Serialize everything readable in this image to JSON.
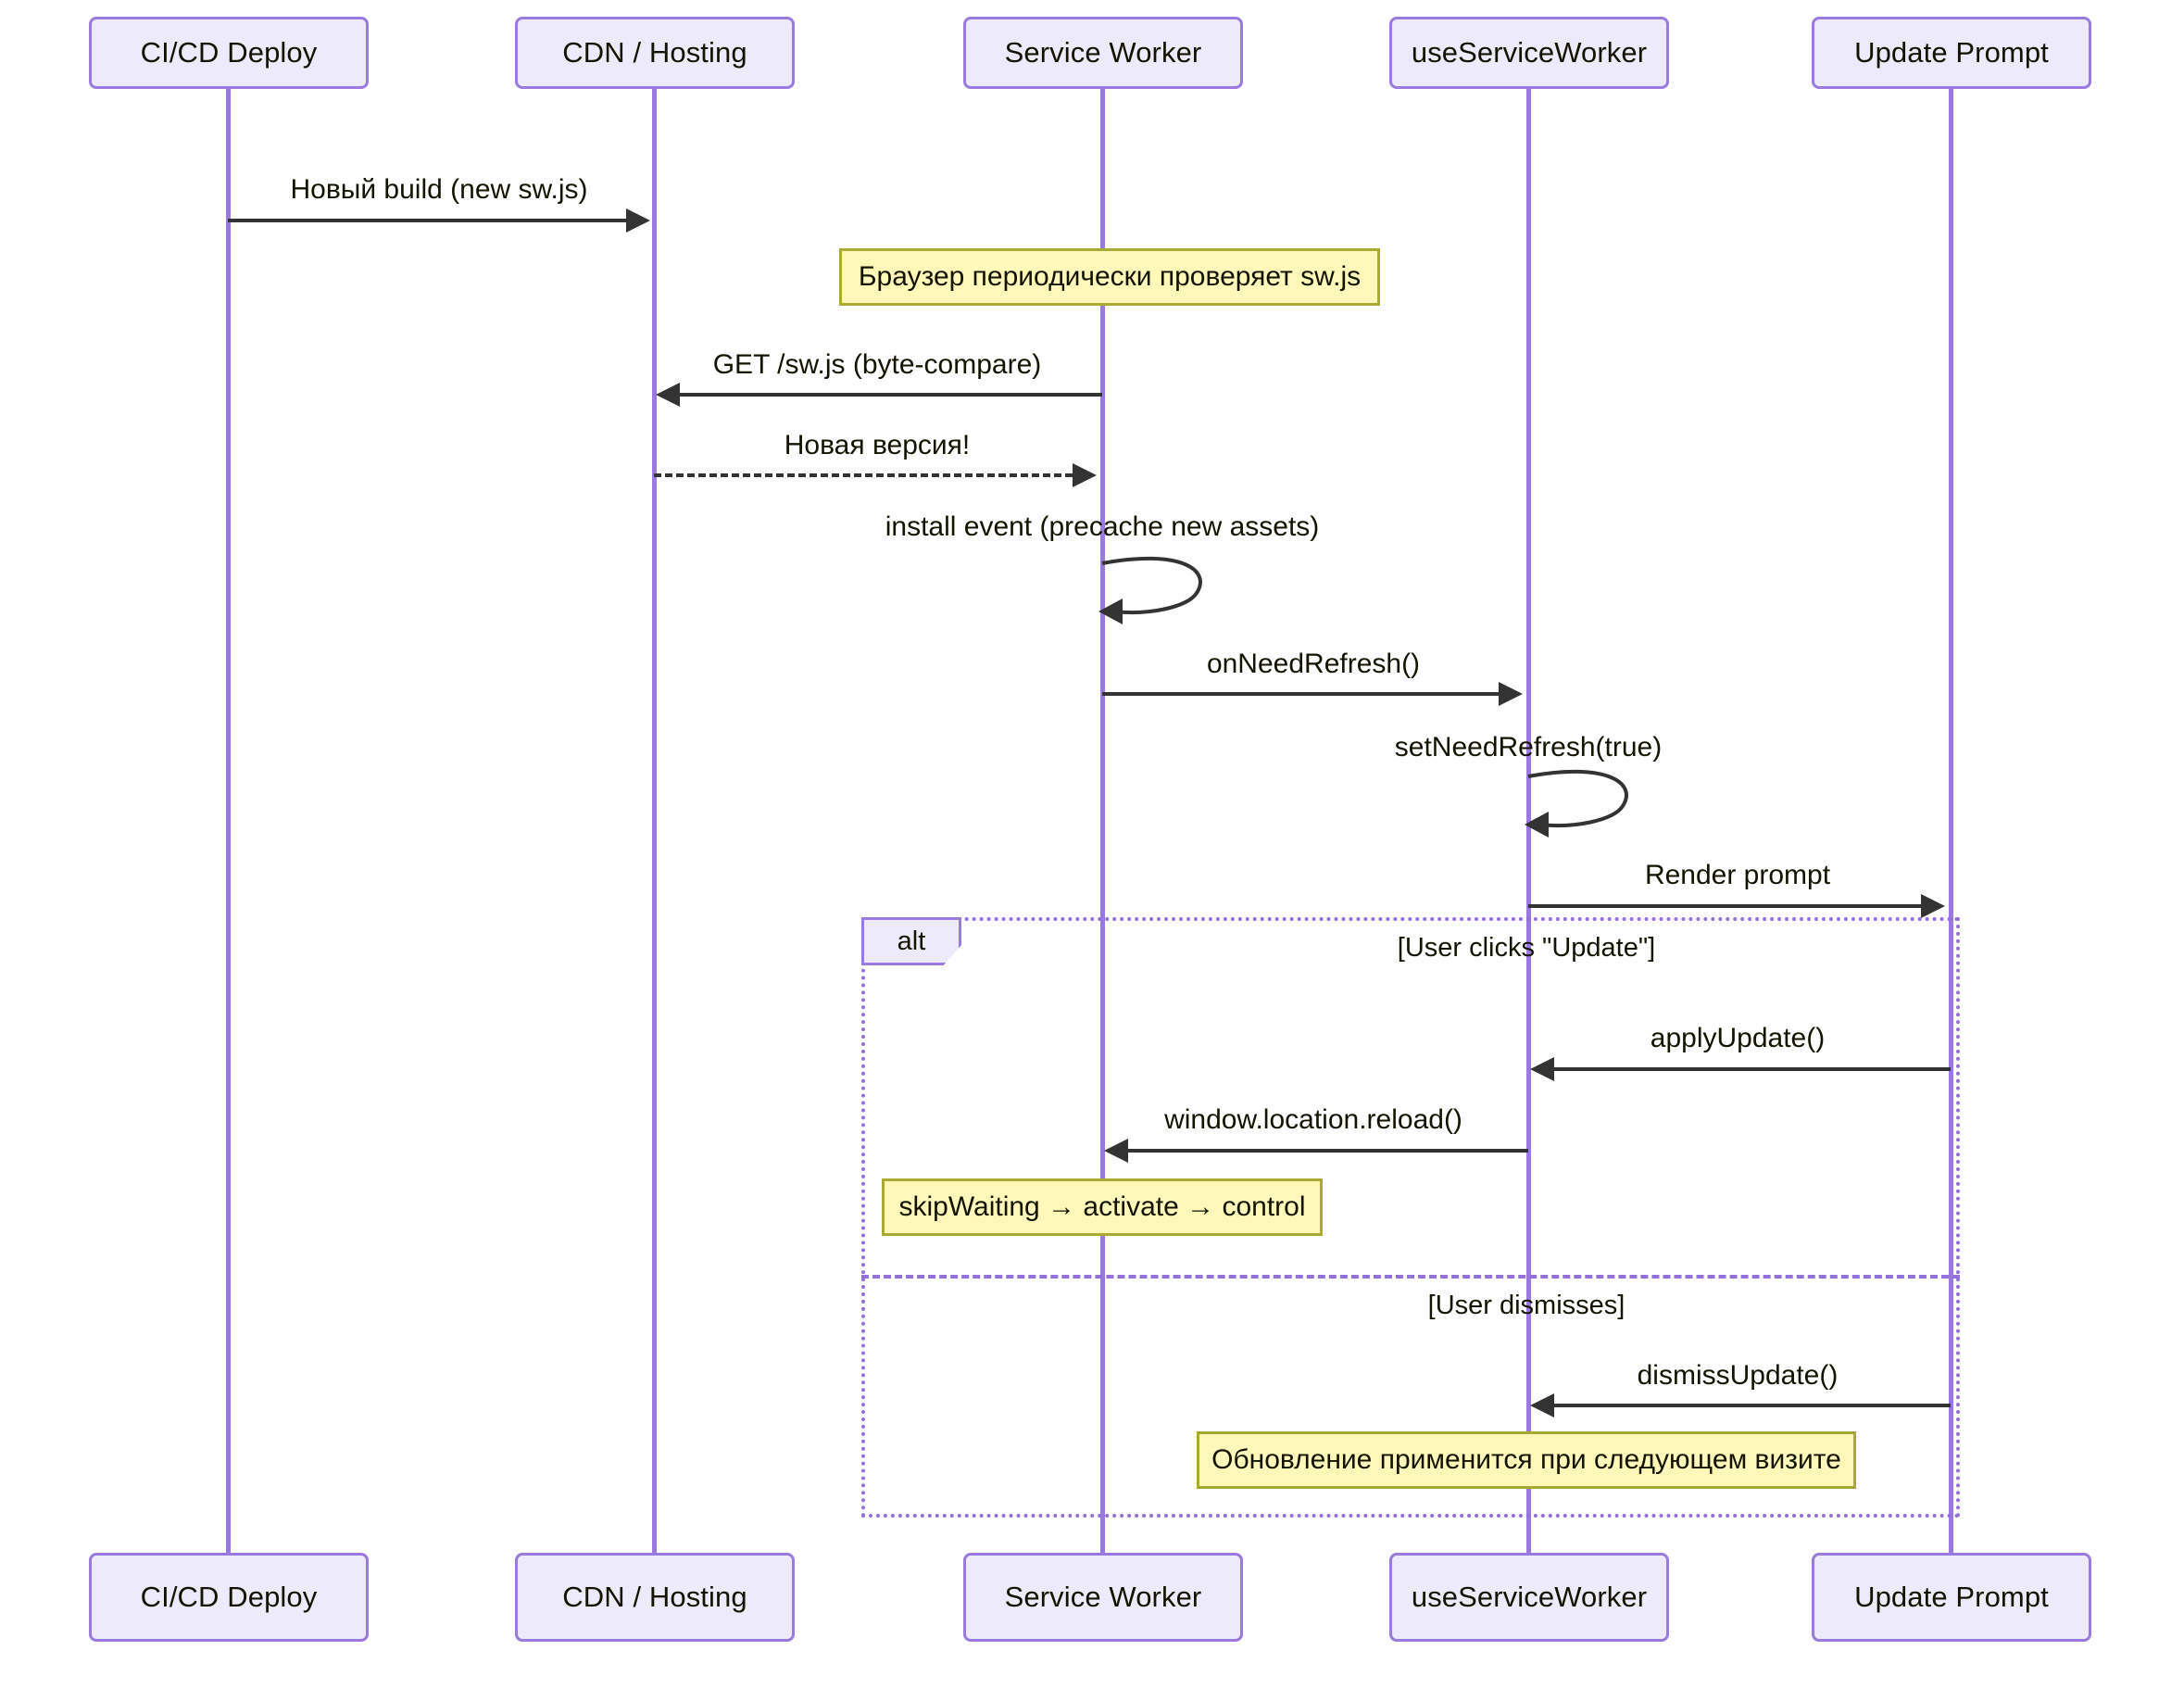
{
  "diagram": {
    "type": "sequence-diagram",
    "theme": {
      "background": "#ffffff",
      "participant_fill": "#ECEAFB",
      "participant_border": "#9A79E0",
      "lifeline": "#9A79E0",
      "message_line": "#333333",
      "note_fill": "#FFF8B8",
      "note_border": "#AAAA33",
      "fragment_border": "#9370DB",
      "text": "#131300"
    },
    "participants": [
      {
        "id": "cicd",
        "label": "CI/CD Deploy"
      },
      {
        "id": "cdn",
        "label": "CDN / Hosting"
      },
      {
        "id": "sw",
        "label": "Service Worker"
      },
      {
        "id": "hook",
        "label": "useServiceWorker"
      },
      {
        "id": "prompt",
        "label": "Update Prompt"
      }
    ],
    "messages": [
      {
        "id": "m1",
        "from": "cicd",
        "to": "cdn",
        "label": "Новый build (new sw.js)",
        "style": "solid",
        "dir": "right"
      },
      {
        "id": "m2",
        "from": "sw",
        "to": "cdn",
        "label": "GET /sw.js (byte-compare)",
        "style": "solid",
        "dir": "left"
      },
      {
        "id": "m3",
        "from": "cdn",
        "to": "sw",
        "label": "Новая версия!",
        "style": "dashed",
        "dir": "right"
      },
      {
        "id": "m4",
        "from": "sw",
        "to": "sw",
        "label": "install event (precache new assets)",
        "style": "solid",
        "dir": "self"
      },
      {
        "id": "m5",
        "from": "sw",
        "to": "hook",
        "label": "onNeedRefresh()",
        "style": "solid",
        "dir": "right"
      },
      {
        "id": "m6",
        "from": "hook",
        "to": "hook",
        "label": "setNeedRefresh(true)",
        "style": "solid",
        "dir": "self"
      },
      {
        "id": "m7",
        "from": "hook",
        "to": "prompt",
        "label": "Render prompt",
        "style": "solid",
        "dir": "right"
      },
      {
        "id": "m8",
        "from": "prompt",
        "to": "hook",
        "label": "applyUpdate()",
        "style": "solid",
        "dir": "left"
      },
      {
        "id": "m9",
        "from": "hook",
        "to": "sw",
        "label": "window.location.reload()",
        "style": "solid",
        "dir": "left"
      },
      {
        "id": "m10",
        "from": "prompt",
        "to": "hook",
        "label": "dismissUpdate()",
        "style": "solid",
        "dir": "left"
      }
    ],
    "notes": [
      {
        "id": "n1",
        "text": "Браузер периодически проверяет sw.js",
        "over": "sw"
      },
      {
        "id": "n2",
        "text": "skipWaiting → activate → control",
        "over": "sw"
      },
      {
        "id": "n3",
        "text": "Обновление применится при следующем визите",
        "over": "hook"
      }
    ],
    "fragment": {
      "kind": "alt",
      "label": "alt",
      "branches": [
        {
          "id": "b1",
          "condition": "[User clicks \"Update\"]"
        },
        {
          "id": "b2",
          "condition": "[User dismisses]"
        }
      ]
    }
  }
}
